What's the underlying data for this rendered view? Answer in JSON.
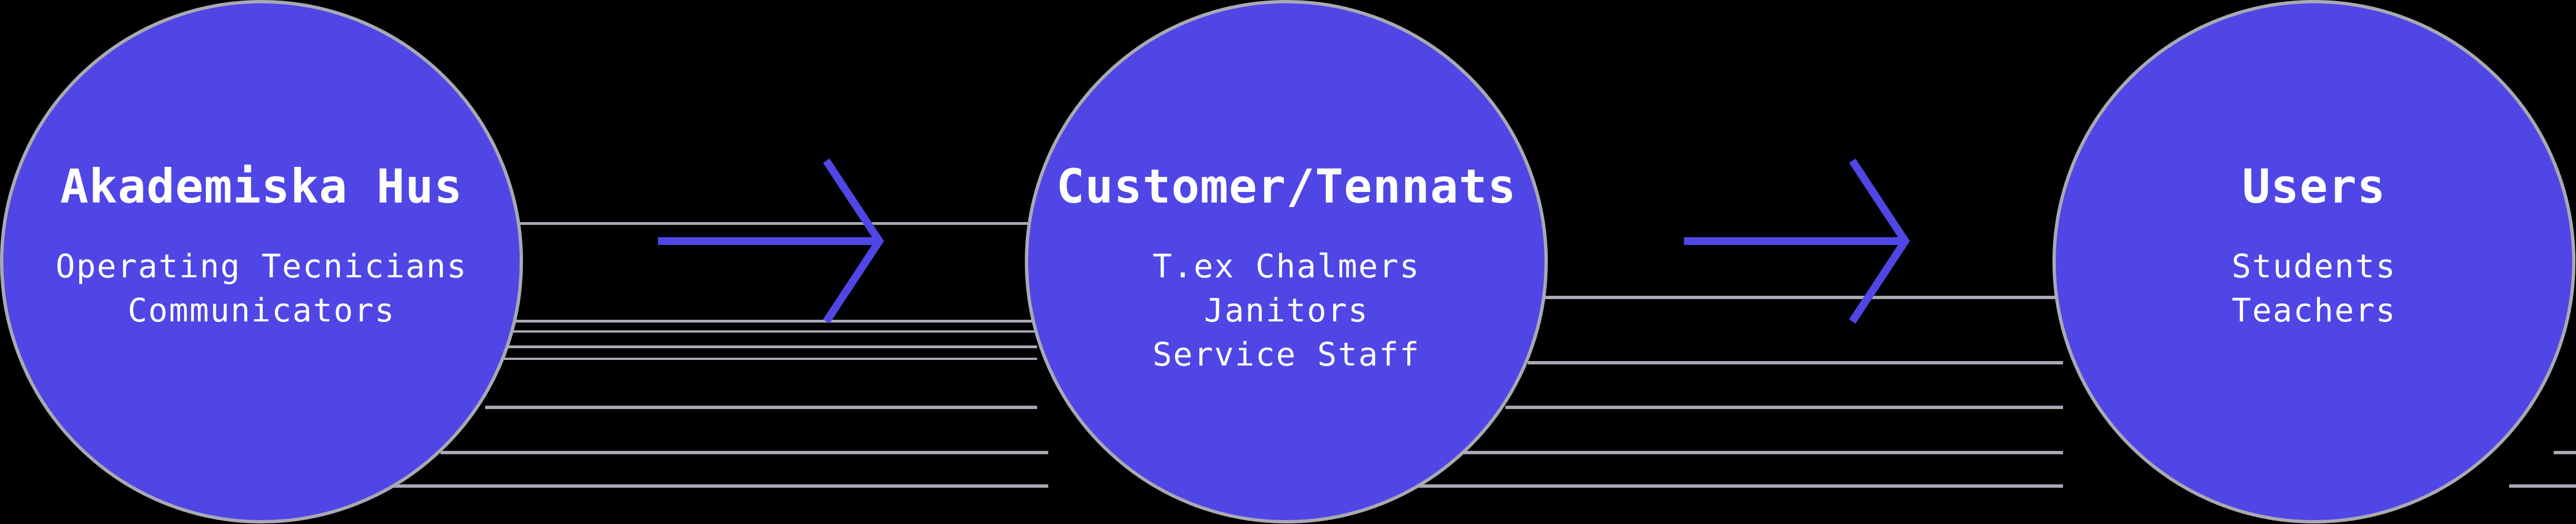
{
  "colors": {
    "background": "#000000",
    "node_fill": "#4f46e5",
    "node_border": "#a9a9b4",
    "text": "#ffffff",
    "arrow": "#4f46e5",
    "guide_lines": "#a9a9b4"
  },
  "nodes": [
    {
      "title": "Akademiska Hus",
      "lines": [
        "Operating Tecnicians",
        "Communicators"
      ]
    },
    {
      "title": "Customer/Tennats",
      "lines": [
        "T.ex Chalmers",
        "Janitors",
        "Service Staff"
      ]
    },
    {
      "title": "Users",
      "lines": [
        "Students",
        "Teachers"
      ]
    }
  ],
  "connectors": [
    {
      "icon": "arrow-right-icon"
    },
    {
      "icon": "arrow-right-icon"
    }
  ]
}
